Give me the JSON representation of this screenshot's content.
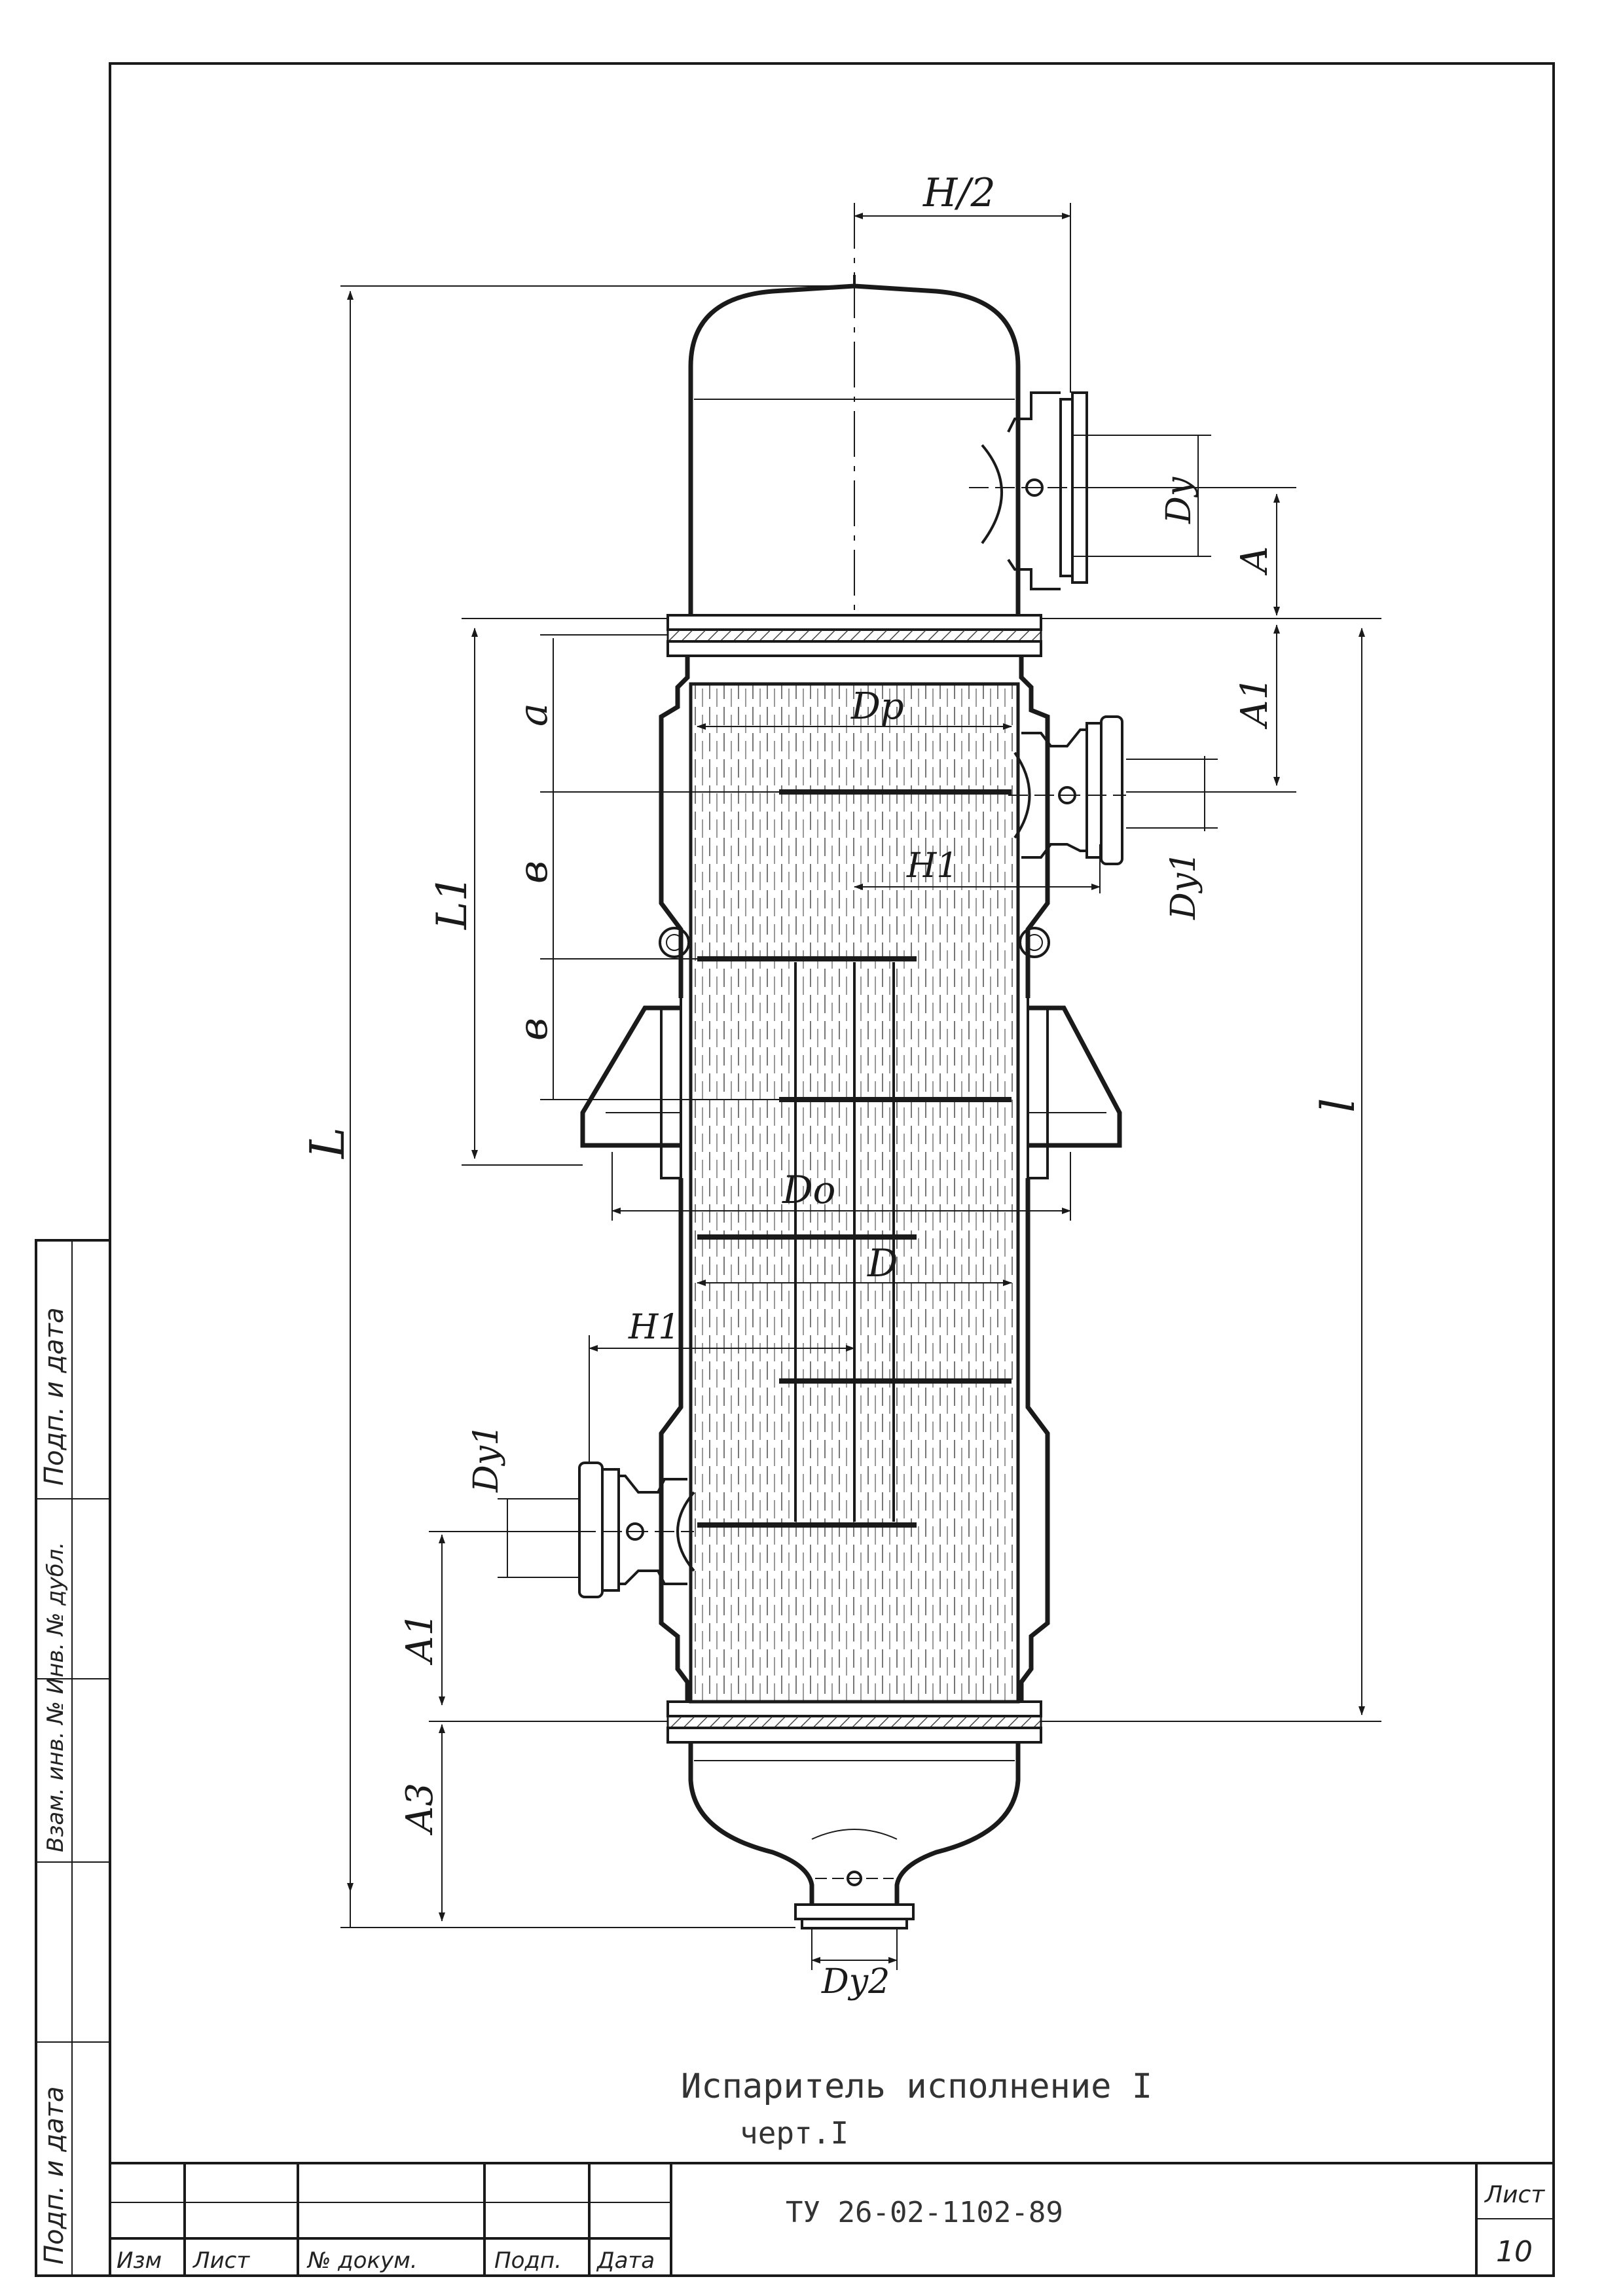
{
  "drawing": {
    "caption_line1": "Испаритель исполнение I",
    "caption_line2": "черт.I",
    "dimensions": {
      "H_half": "H/2",
      "L": "L",
      "L1": "L1",
      "l": "l",
      "a": "a",
      "b1": "в",
      "b2": "в",
      "A": "A",
      "A1_top": "A1",
      "A1_bottom": "A1",
      "A3": "A3",
      "Dp": "Dp",
      "Do": "Do",
      "D": "D",
      "H1_top": "H1",
      "H1_bottom": "H1",
      "Dy": "Dy",
      "Dy1_top": "Dy1",
      "Dy1_bottom": "Dy1",
      "Dy2": "Dy2"
    }
  },
  "side_strip": {
    "labels": [
      "Подп. и дата",
      "Взам. инв. №  Инв. № дубл.",
      "Подп. и дата"
    ]
  },
  "title_block": {
    "doc_code": "ТУ 26-02-1102-89",
    "sheet_label": "Лист",
    "sheet_number": "10",
    "col_izm": "Изм",
    "col_list": "Лист",
    "col_doc": "№ докум.",
    "col_sign": "Подп.",
    "col_date": "Дата"
  },
  "colors": {
    "ink": "#1a1a1a",
    "paper": "#ffffff"
  }
}
